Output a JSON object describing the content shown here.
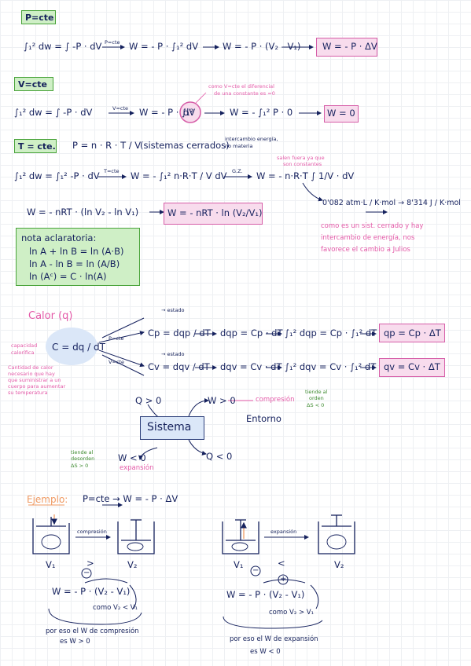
{
  "s1": {
    "title": "P=cte",
    "eq_lhs": "∫₁² dw = ∫ -P · dV",
    "arrow_label": "P=cte",
    "eq_mid": "W = - P · ∫₁² dV",
    "eq_mid2": "W = - P · (V₂ - V₁)",
    "result": "W = - P · ΔV"
  },
  "s2": {
    "title": "V=cte",
    "eq_lhs": "∫₁² dw = ∫ -P · dV",
    "arrow_label": "V=cte",
    "eq_mid": "W = - P · ∫₁²",
    "circle": "dV",
    "note_l1": "como V=cte el diferencial",
    "note_l2": "de una constante es =0",
    "eq_mid2": "W = - ∫₁² P · 0",
    "result": "W = 0"
  },
  "s3": {
    "title": "T = cte.",
    "p_def": "P = n · R · T / V",
    "sys_note": "(sistemas cerrados)",
    "side_l1": "intercambio energía, ",
    "side_l2": "no materia",
    "salen_l1": "salen fuera ya que",
    "salen_l2": "son constantes",
    "eq_lhs": "∫₁² dw = ∫₁² -P · dV",
    "arrow_label": "T=cte",
    "eq_mid": "W = - ∫₁² n·R·T / V dV",
    "gz_label": "G.Z.",
    "eq_mid2": "W = - n·R·T ∫ 1/V · dV",
    "r_value": "0'082 atm·L / K·mol → 8'314 J / K·mol",
    "eq_line2": "W = - nRT · (ln V₂ - ln V₁)",
    "result": "W = - nRT · ln (V₂/V₁)",
    "pink_l1": "como es un sist. cerrado y hay",
    "pink_l2": "intercambio de energía, nos",
    "pink_l3": "favorece el cambio a Julios"
  },
  "nota": {
    "title": "nota aclaratoria:",
    "l1": "ln A + ln B = ln (A·B)",
    "l2": "ln A - ln B = ln (A/B)",
    "l3": "ln (Aᶜ) = C · ln(A)"
  },
  "calor": {
    "title": "Calor (q)",
    "c_expr": "C = dq / dT",
    "left_l1": "capacidad",
    "left_l2": "calorífica",
    "left_l3": "Cantidad de calor",
    "left_l4": "necesario que hay",
    "left_l5": "que suministrar a un",
    "left_l6": "cuerpo para aumentar",
    "left_l7": "su temperatura",
    "arrow_p": "P=cte",
    "arrow_v": "V=cte",
    "estado_p": "→ estado",
    "estado_v": "→ estado",
    "cp_def": "Cp = dqp / dT",
    "cp_mid": "dqp = Cp · dT",
    "cp_int": "∫₁² dqp = Cp · ∫₁² dT",
    "cp_result": "qp = Cp · ΔT",
    "cv_def": "Cv = dqv / dT",
    "cv_mid": "dqv = Cv · dT",
    "cv_int": "∫₁² dqv = Cv · ∫₁² dT",
    "cv_result": "qv = Cv · ΔT"
  },
  "sistema": {
    "label": "Sistema",
    "q_pos": "Q > 0",
    "w_pos": "W > 0",
    "compresion": "compresión",
    "orden_l1": "tiende al",
    "orden_l2": "orden",
    "orden_l3": "ΔS < 0",
    "entorno": "Entorno",
    "w_neg": "W < 0",
    "expansion": "expansión",
    "q_neg": "Q < 0",
    "desorden_l1": "tiende al",
    "desorden_l2": "desorden",
    "desorden_l3": "ΔS > 0"
  },
  "ejemplo": {
    "title": "Ejemplo:",
    "eq": "P=cte → W = - P · ΔV",
    "comp_label": "compresión",
    "exp_label": "expansión",
    "v1": "V₁",
    "gt": ">",
    "v2": "V₂",
    "v1b": "V₁",
    "lt": "<",
    "v2b": "V₂",
    "w_left": "W = - P · (V₂ - V₁)",
    "como_left": "como V₂ < V₁",
    "concl_left_l1": "por eso el W de compresión",
    "concl_left_l2": "es W > 0",
    "w_right": "W = - P · (V₂ - V₁)",
    "como_right": "como V₂ > V₁",
    "concl_right_l1": "por eso el W de expansión",
    "concl_right_l2": "es W < 0",
    "minus": "−",
    "plus": "+"
  }
}
